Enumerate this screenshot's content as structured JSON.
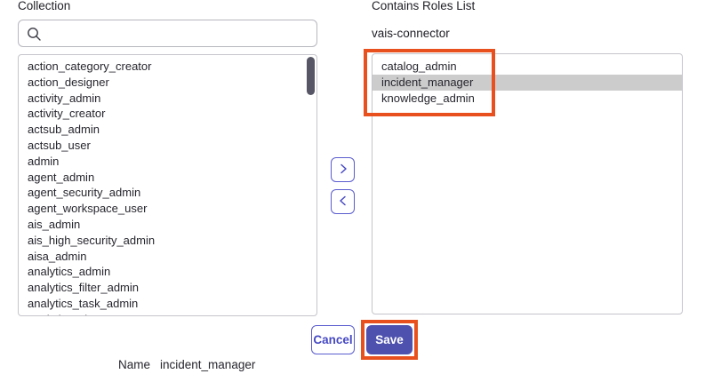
{
  "left_panel": {
    "label": "Collection",
    "search": {
      "placeholder": "",
      "value": ""
    },
    "roles": [
      "action_category_creator",
      "action_designer",
      "activity_admin",
      "activity_creator",
      "actsub_admin",
      "actsub_user",
      "admin",
      "agent_admin",
      "agent_security_admin",
      "agent_workspace_user",
      "ais_admin",
      "ais_high_security_admin",
      "aisa_admin",
      "analytics_admin",
      "analytics_filter_admin",
      "analytics_task_admin",
      "analytics_viewer"
    ]
  },
  "right_panel": {
    "label": "Contains Roles List",
    "group_name": "vais-connector",
    "roles": [
      {
        "name": "catalog_admin",
        "selected": false
      },
      {
        "name": "incident_manager",
        "selected": true
      },
      {
        "name": "knowledge_admin",
        "selected": false
      }
    ]
  },
  "icons": {
    "search": "magnifier-icon",
    "move_right": "chevron-right-icon",
    "move_left": "chevron-left-icon"
  },
  "footer": {
    "cancel_label": "Cancel",
    "save_label": "Save",
    "name_label": "Name",
    "name_value": "incident_manager"
  },
  "colors": {
    "accent_indigo": "#5a5cce",
    "save_fill": "#4e51ae",
    "annotation_orange": "#e8511d",
    "selection_gray": "#cccccc",
    "scrollbar_thumb": "#565666"
  }
}
